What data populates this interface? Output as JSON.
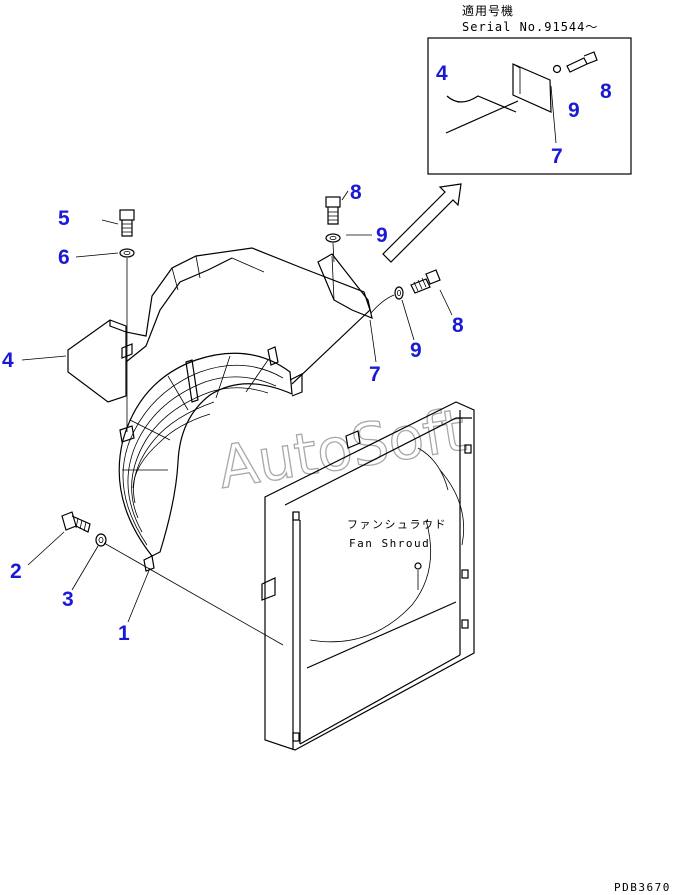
{
  "inset": {
    "title_jp": "適用号機",
    "title_en": "Serial No.91544〜"
  },
  "fan_shroud": {
    "label_jp": "ファンシュラウド",
    "label_en": "Fan Shroud"
  },
  "watermark": "AutoSoft",
  "drawing_code": "PDB3670",
  "callouts": {
    "n1": "1",
    "n2": "2",
    "n3": "3",
    "n4": "4",
    "n5": "5",
    "n6": "6",
    "n7": "7",
    "n8": "8",
    "n9": "9",
    "inset_n4": "4",
    "inset_n7": "7",
    "inset_n8": "8",
    "inset_n9": "9"
  },
  "colors": {
    "callout": "#1a1ad6",
    "line": "#000000",
    "watermark": "#a8a8a8"
  }
}
